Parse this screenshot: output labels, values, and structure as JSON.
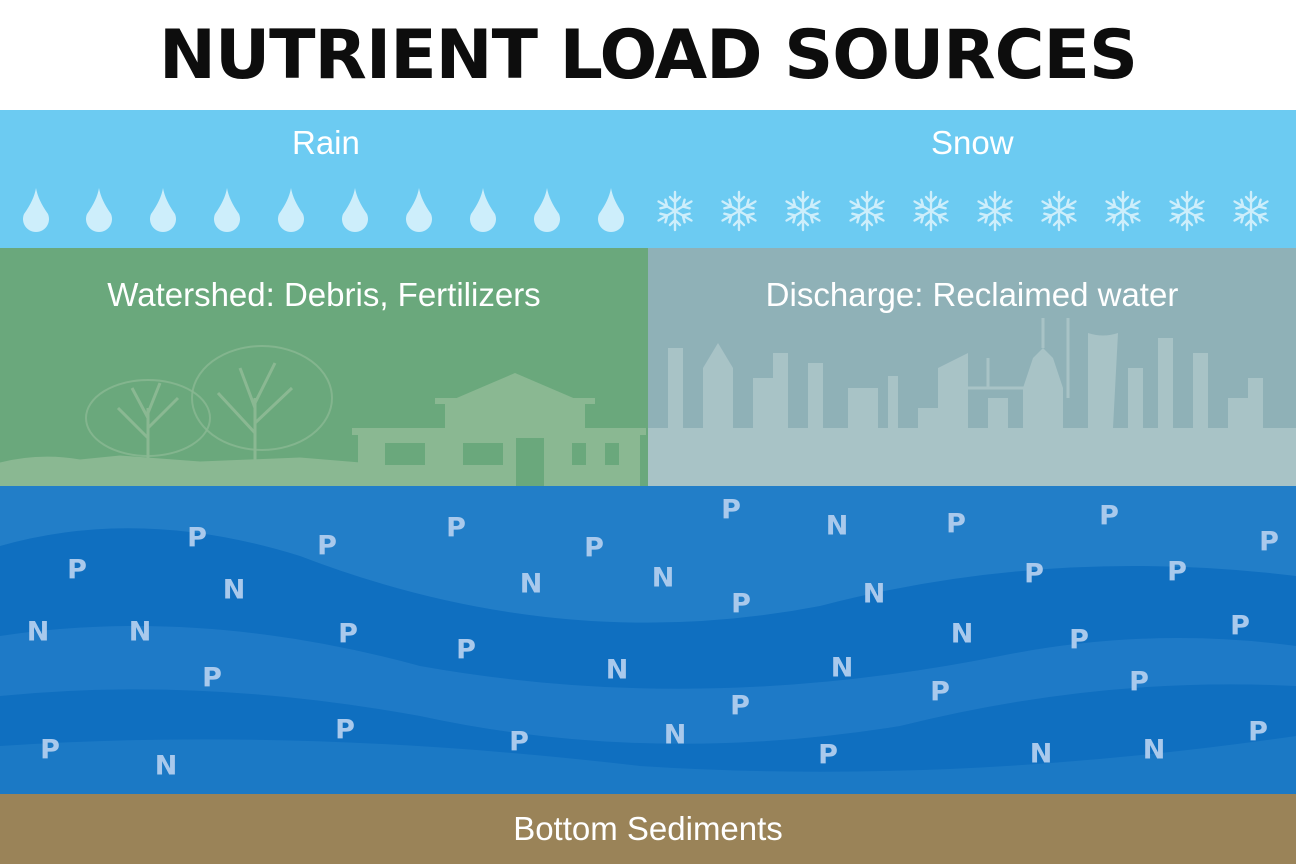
{
  "title": "NUTRIENT LOAD SOURCES",
  "precipitation": {
    "rain_label": "Rain",
    "snow_label": "Snow",
    "rain_icon": "raindrop-icon",
    "snow_icon": "snowflake-icon"
  },
  "panels": {
    "watershed_label": "Watershed: Debris, Fertilizers",
    "discharge_label": "Discharge: Reclaimed water"
  },
  "nutrients": {
    "markers": [
      "P",
      "P",
      "P",
      "P",
      "P",
      "P",
      "N",
      "P",
      "P",
      "P",
      "N",
      "N",
      "P",
      "N",
      "P",
      "P",
      "N",
      "N",
      "N",
      "P",
      "N",
      "P",
      "P",
      "P",
      "P",
      "N",
      "N",
      "P",
      "P",
      "P",
      "P",
      "N",
      "P",
      "P",
      "N",
      "N",
      "P",
      "N",
      "P"
    ]
  },
  "sediment_label": "Bottom Sediments",
  "colors": {
    "sky": "#6ccbf2",
    "watershed": "#6aa87c",
    "discharge": "#8fb1b7",
    "water": "#0f6fc0",
    "sediment": "#9a8358",
    "nutrient_text": "#a9c9ec"
  }
}
